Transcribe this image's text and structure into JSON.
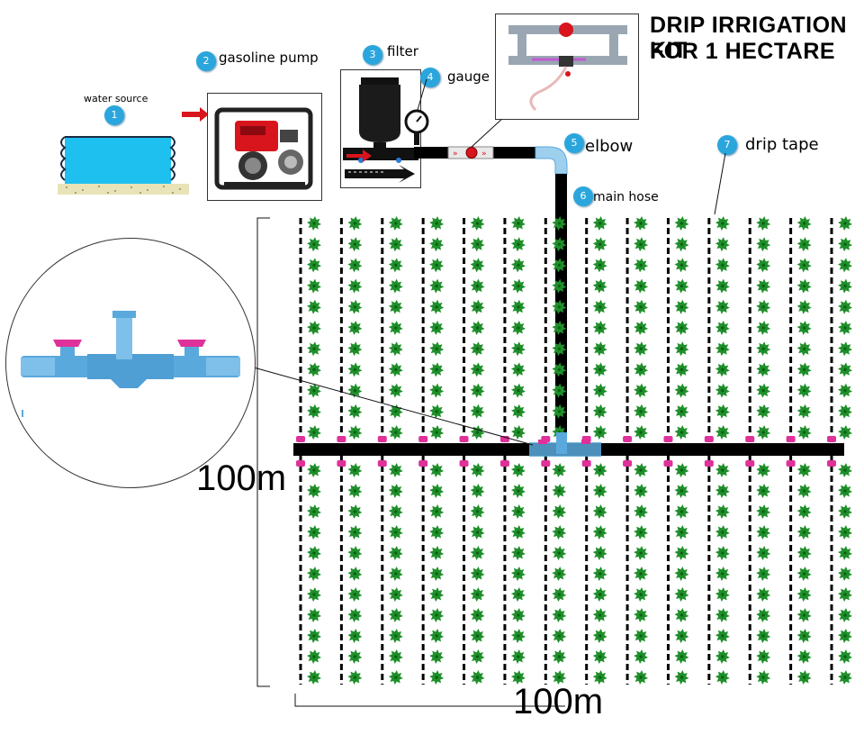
{
  "title": {
    "line1": "DRIP IRRIGATION KIT",
    "line2": "FOR 1 HECTARE"
  },
  "components": [
    {
      "number": "1",
      "label": "water source"
    },
    {
      "number": "2",
      "label": "gasoline pump"
    },
    {
      "number": "3",
      "label": "filter"
    },
    {
      "number": "4",
      "label": "gauge"
    },
    {
      "number": "5",
      "label": "elbow"
    },
    {
      "number": "6",
      "label": "main hose"
    },
    {
      "number": "7",
      "label": "drip tape"
    }
  ],
  "dimensions": {
    "height": "100m",
    "width": "100m"
  },
  "field": {
    "drip_tape_rows": 14,
    "plants_per_row_half": 11
  },
  "colors": {
    "water": "#1ec0f0",
    "badge": "#2aa6dd",
    "hose": "#000000",
    "valve": "#e0309a",
    "fitting": "#5aa9dd",
    "plant": "#1f8f2a",
    "pump_red": "#d8141c"
  }
}
